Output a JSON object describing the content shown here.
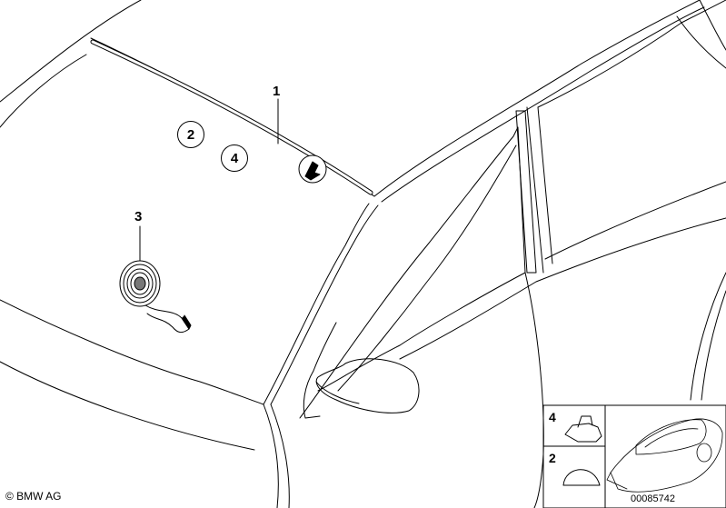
{
  "callouts": {
    "part1": "1",
    "part2": "2",
    "part3": "3",
    "part4": "4"
  },
  "inset": {
    "label_top": "4",
    "label_bottom": "2"
  },
  "footer": {
    "copyright": "© BMW AG",
    "image_number": "00085742"
  }
}
